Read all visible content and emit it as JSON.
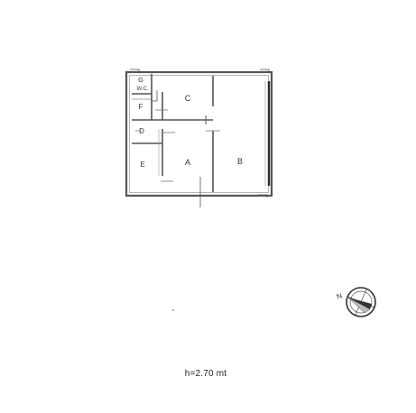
{
  "floor_plan": {
    "rooms": [
      {
        "id": "G",
        "label": "G"
      },
      {
        "id": "WC",
        "label": "W.C."
      },
      {
        "id": "C",
        "label": "C"
      },
      {
        "id": "F",
        "label": "F"
      },
      {
        "id": "D",
        "label": "D"
      },
      {
        "id": "E",
        "label": "E"
      },
      {
        "id": "A",
        "label": "A"
      },
      {
        "id": "B",
        "label": "B"
      }
    ],
    "compass": {
      "north_label": "N"
    },
    "height_note": "h=2.70 mt",
    "colors": {
      "wall": "#555555",
      "wall_dark": "#2a2a2a",
      "text": "#333333"
    }
  }
}
